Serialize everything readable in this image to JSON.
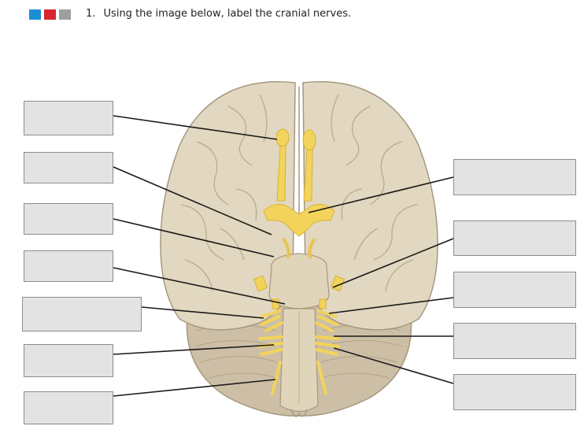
{
  "header": {
    "color_squares": [
      "#1b8fd2",
      "#d7262f",
      "#9e9e9e"
    ],
    "number": "1.",
    "instruction": "Using the image below, label the cranial nerves."
  },
  "diagram": {
    "subject": "inferior view of the brain",
    "label_boxes_left": 7,
    "label_boxes_right": 5,
    "colors": {
      "brain": "#e2d7c0",
      "brain_outline": "#a5987f",
      "cerebellum": "#c8b9a0",
      "nerves": "#f2d35c",
      "nerve_outline": "#d8b334",
      "label_box": "#e3e3e3",
      "leader_line": "#1a1a1a"
    }
  }
}
